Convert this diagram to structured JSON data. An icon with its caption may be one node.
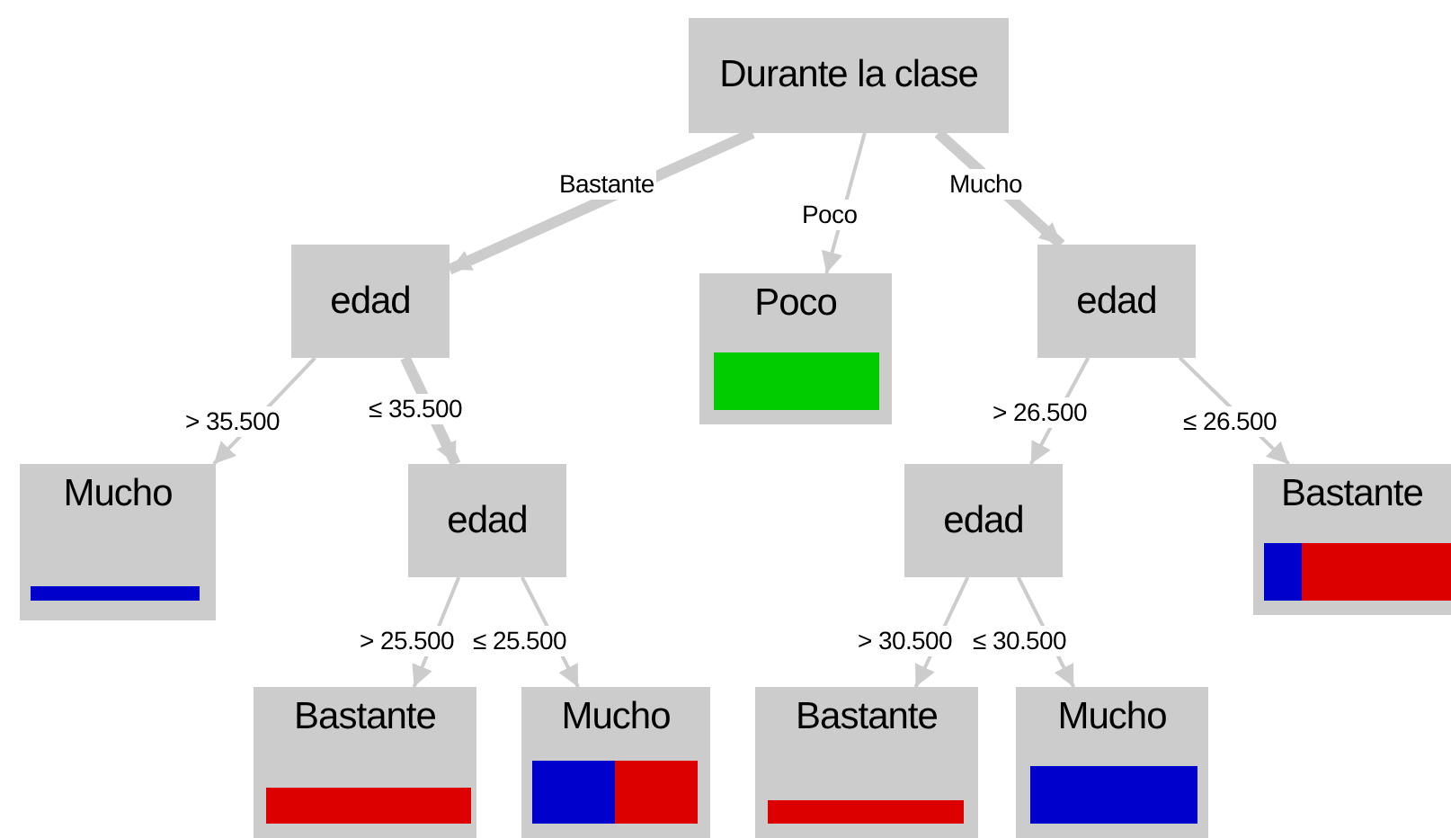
{
  "diagram": {
    "nodes": [
      {
        "text": [
          "Durante la clase"
        ]
      },
      {
        "text": [
          "edad"
        ]
      },
      {
        "text": [
          "Poco"
        ]
      },
      {
        "text": [
          "edad"
        ]
      },
      {
        "text": [
          "Mucho"
        ]
      },
      {
        "text": [
          "edad"
        ]
      },
      {
        "text": [
          "edad"
        ]
      },
      {
        "text": [
          "Bastante"
        ]
      },
      {
        "text": [
          "Bastante"
        ]
      },
      {
        "text": [
          "Mucho"
        ]
      },
      {
        "text": [
          "Bastante"
        ]
      },
      {
        "text": [
          "Mucho"
        ]
      },
      {
        "text": [],
        "shape": "bar",
        "in": 2
      },
      {
        "text": [],
        "shape": "bar",
        "in": 4
      },
      {
        "text": [],
        "shape": "bar",
        "in": 7
      },
      {
        "text": [],
        "shape": "bar",
        "in": 8
      },
      {
        "text": [],
        "shape": "bar",
        "in": 9
      },
      {
        "text": [],
        "shape": "bar",
        "in": 10
      },
      {
        "text": [],
        "shape": "bar",
        "in": 11
      }
    ],
    "edges": [
      {
        "from": 0,
        "to": 1,
        "arrow": "to",
        "label": "Bastante",
        "style": "thick"
      },
      {
        "from": 0,
        "to": 2,
        "arrow": "to",
        "label": "Poco"
      },
      {
        "from": 0,
        "to": 3,
        "arrow": "to",
        "label": "Mucho",
        "style": "thick"
      },
      {
        "from": 1,
        "to": 4,
        "arrow": "to",
        "label": "> 35.500"
      },
      {
        "from": 1,
        "to": 5,
        "arrow": "to",
        "label": "≤ 35.500",
        "style": "thick"
      },
      {
        "from": 3,
        "to": 6,
        "arrow": "to",
        "label": "> 26.500"
      },
      {
        "from": 3,
        "to": 7,
        "arrow": "to",
        "label": "≤ 26.500"
      },
      {
        "from": 5,
        "to": 8,
        "arrow": "to",
        "label": "> 25.500"
      },
      {
        "from": 5,
        "to": 9,
        "arrow": "to",
        "label": "≤ 25.500"
      },
      {
        "from": 6,
        "to": 10,
        "arrow": "to",
        "label": "> 30.500"
      },
      {
        "from": 6,
        "to": 11,
        "arrow": "to",
        "label": "≤ 30.500"
      }
    ]
  }
}
